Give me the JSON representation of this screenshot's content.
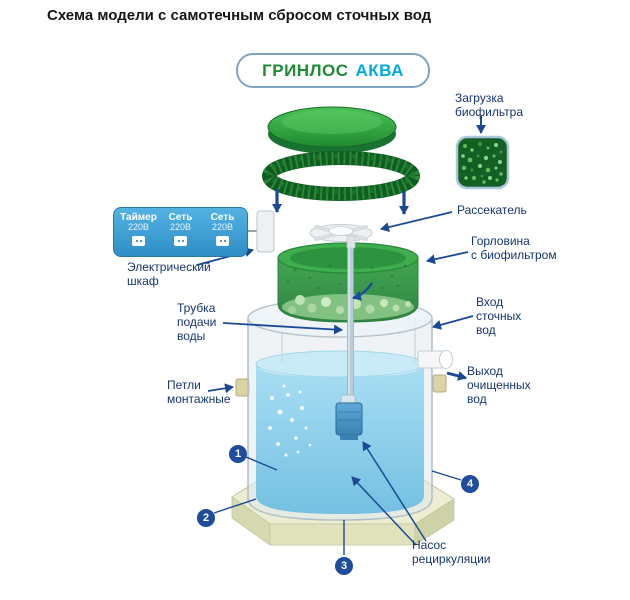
{
  "title": "Схема модели с самотечным сбросом сточных вод",
  "brand": {
    "name": "ГРИНЛОС",
    "product": "АКВА"
  },
  "cabinet": {
    "items": [
      {
        "label": "Таймер",
        "voltage": "220В"
      },
      {
        "label": "Сеть",
        "voltage": "220В"
      },
      {
        "label": "Сеть",
        "voltage": "220В"
      }
    ]
  },
  "labels": {
    "biofilter_load": "Загрузка\nбиофильтра",
    "disperser": "Рассекатель",
    "neck_biofilter": "Горловина\nс биофильтром",
    "inlet": "Вход\nсточных\nвод",
    "outlet": "Выход\nочищенных\nвод",
    "electrical_cabinet": "Электрический\nшкаф",
    "feed_tube": "Трубка\nподачи\nводы",
    "mounting_loops": "Петли\nмонтажные",
    "recirculation_pump": "Насос\nрециркуляции"
  },
  "markers": [
    "1",
    "2",
    "3",
    "4"
  ],
  "colors": {
    "label_text": "#16356e",
    "arrow": "#1a4a96",
    "marker_bg": "#1d4d9c",
    "brand_green": "#1e8a34",
    "brand_cyan": "#00aadd",
    "lid_green": "#2da03c",
    "water_blue": "#8fd0ec",
    "cabinet_blue": "#41a4da",
    "base_tan": "#ecedd2"
  }
}
